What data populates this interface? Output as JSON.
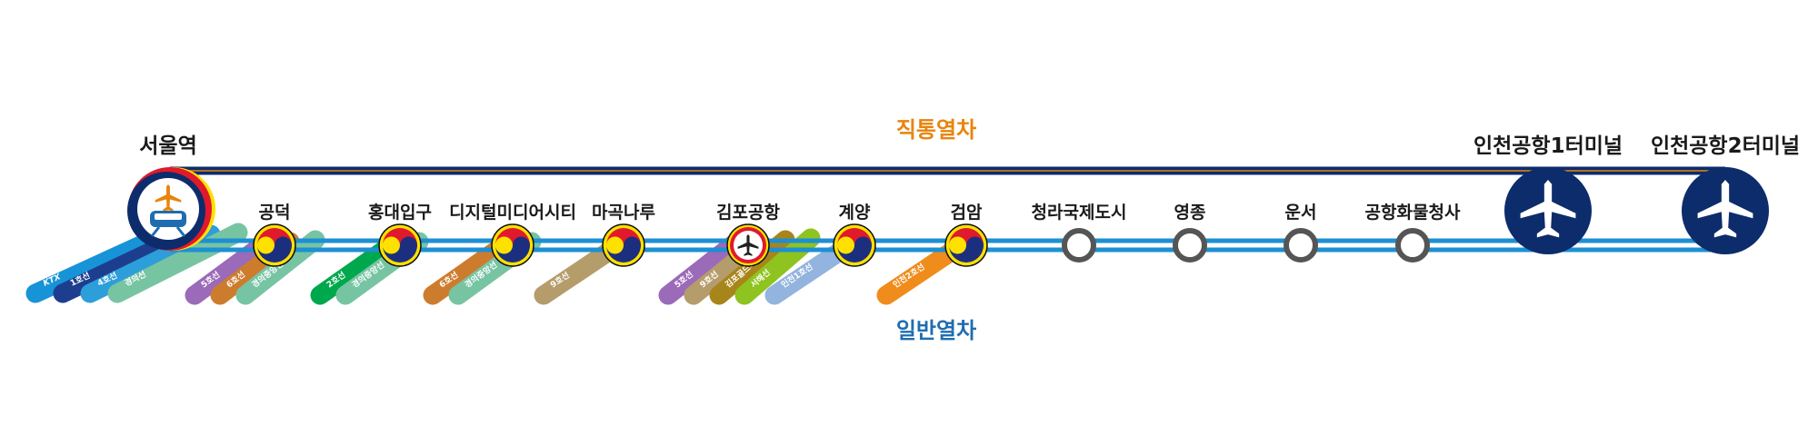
{
  "services": {
    "express": {
      "label": "직통열차",
      "color": "#E8840C",
      "track_color": "#0D2C6B"
    },
    "local": {
      "label": "일반열차",
      "color": "#1F6DB0",
      "track_color": "#1D8FD3"
    }
  },
  "stations": [
    {
      "id": "seoul",
      "name": "서울역",
      "marker": "main",
      "express": true,
      "transfers": [
        {
          "text": "KTX",
          "color": "#1793D7",
          "ktx": true
        },
        {
          "text": "1호선",
          "color": "#1D3E8E"
        },
        {
          "text": "4호선",
          "color": "#2C9ED9"
        },
        {
          "text": "경의선",
          "color": "#77C4A3"
        }
      ]
    },
    {
      "id": "gongdeok",
      "name": "공덕",
      "marker": "taeguk",
      "transfers": [
        {
          "text": "5호선",
          "color": "#9B6AB8"
        },
        {
          "text": "6호선",
          "color": "#CD7C2E"
        },
        {
          "text": "경의중앙선",
          "color": "#77C4A3"
        }
      ]
    },
    {
      "id": "hongik",
      "name": "홍대입구",
      "marker": "taeguk",
      "transfers": [
        {
          "text": "2호선",
          "color": "#00A84D"
        },
        {
          "text": "경의중앙선",
          "color": "#77C4A3"
        }
      ]
    },
    {
      "id": "dmc",
      "name": "디지털미디어시티",
      "marker": "taeguk",
      "transfers": [
        {
          "text": "6호선",
          "color": "#CD7C2E"
        },
        {
          "text": "경의중앙선",
          "color": "#77C4A3"
        }
      ]
    },
    {
      "id": "magongnaru",
      "name": "마곡나루",
      "marker": "taeguk",
      "transfers": [
        {
          "text": "9호선",
          "color": "#B59C6B"
        }
      ]
    },
    {
      "id": "gimpo",
      "name": "김포공항",
      "marker": "airport_small",
      "transfers": [
        {
          "text": "5호선",
          "color": "#9B6AB8"
        },
        {
          "text": "9호선",
          "color": "#B59C6B"
        },
        {
          "text": "김포골드라인",
          "color": "#A8851A"
        },
        {
          "text": "서해선",
          "color": "#8FC31F"
        }
      ]
    },
    {
      "id": "gyeyang",
      "name": "계양",
      "marker": "taeguk",
      "transfers": [
        {
          "text": "인천1호선",
          "color": "#92B4DE"
        }
      ]
    },
    {
      "id": "geomam",
      "name": "검암",
      "marker": "taeguk",
      "transfers": [
        {
          "text": "인천2호선",
          "color": "#F08C1C"
        }
      ]
    },
    {
      "id": "cheongna",
      "name": "청라국제도시",
      "marker": "ring",
      "transfers": []
    },
    {
      "id": "yeongjong",
      "name": "영종",
      "marker": "ring",
      "transfers": []
    },
    {
      "id": "unseo",
      "name": "운서",
      "marker": "ring",
      "transfers": []
    },
    {
      "id": "cargo",
      "name": "공항화물청사",
      "marker": "ring",
      "transfers": []
    },
    {
      "id": "t1",
      "name": "인천공항1터미널",
      "marker": "terminal",
      "express": true,
      "transfers": []
    },
    {
      "id": "t2",
      "name": "인천공항2터미널",
      "marker": "terminal",
      "express": true,
      "transfers": []
    }
  ],
  "icons": {
    "main": "train-airplane-icon",
    "taeguk": "taeguk-icon",
    "airport_small": "airplane-icon",
    "terminal": "airplane-icon",
    "ring": "station-ring-icon"
  },
  "colors": {
    "navy": "#0D2C6B",
    "ring_gray": "#555555",
    "taeguk_red": "#E1192C",
    "taeguk_blue": "#1C2F7E",
    "taeguk_yellow": "#FFE100"
  }
}
